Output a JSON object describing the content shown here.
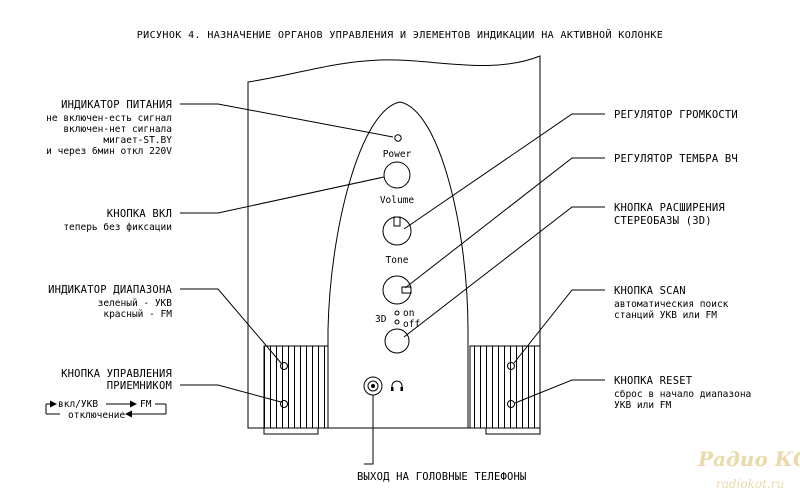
{
  "title": "РИСУНОК 4. НАЗНАЧЕНИЕ ОРГАНОВ УПРАВЛЕНИЯ И ЭЛЕМЕНТОВ ИНДИКАЦИИ НА АКТИВНОЙ КОЛОНКЕ",
  "panel": {
    "power": "Power",
    "volume": "Volume",
    "tone": "Tone",
    "three_d": "3D",
    "on": "on",
    "off": "off"
  },
  "left": {
    "power_indicator": {
      "heading": "ИНДИКАТОР ПИТАНИЯ",
      "lines": [
        "не включен-есть сигнал",
        "включен-нет сигнала",
        "мигает-ST.BY",
        "и через 6мин откл 220V"
      ]
    },
    "power_button": {
      "heading": "КНОПКА ВКЛ",
      "lines": [
        "теперь без фиксации"
      ]
    },
    "band_indicator": {
      "heading": "ИНДИКАТОР ДИАПАЗОНА",
      "lines": [
        "зеленый - УКВ",
        "красный - FM"
      ]
    },
    "receiver_button": {
      "heading": "КНОПКА УПРАВЛЕНИЯ",
      "heading2": "ПРИЕМНИКОМ",
      "cycle": "вкл/УКВ",
      "cycle_fm": "FM",
      "cycle_off": "отключение"
    }
  },
  "right": {
    "volume": {
      "heading": "РЕГУЛЯТОР ГРОМКОСТИ"
    },
    "tone": {
      "heading": "РЕГУЛЯТОР ТЕМБРА ВЧ"
    },
    "stereo": {
      "heading": "КНОПКА РАСШИРЕНИЯ",
      "heading2": "СТЕРЕОБАЗЫ (3D)"
    },
    "scan": {
      "heading": "КНОПКА SCAN",
      "lines": [
        "автоматическия поиск",
        "станций УКВ или FM"
      ]
    },
    "reset": {
      "heading": "КНОПКА RESET",
      "lines": [
        "сброс в начало диапазона",
        "УКВ или FM"
      ]
    }
  },
  "bottom": {
    "headphones": "ВЫХОД НА ГОЛОВНЫЕ ТЕЛЕФОНЫ"
  },
  "watermark": {
    "brand": "Радио КОТ",
    "url": "radiokot.ru"
  }
}
